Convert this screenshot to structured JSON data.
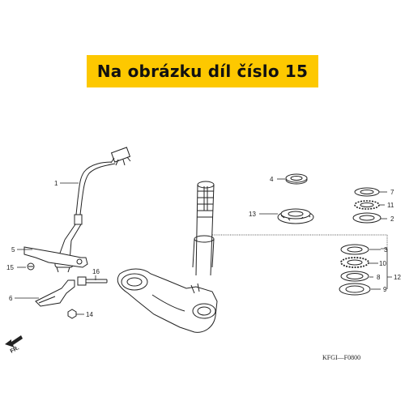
{
  "banner": {
    "title": "Na obrázku díl číslo 15",
    "color": "#fdc800"
  },
  "labels": {
    "n1": "1",
    "n2": "2",
    "n3": "3",
    "n4": "4",
    "n5": "5",
    "n6": "6",
    "n7": "7",
    "n8": "8",
    "n9": "9",
    "n10": "10",
    "n11": "11",
    "n12": "12",
    "n13": "13",
    "n14": "14",
    "n15": "15",
    "n16": "16"
  },
  "direction": "FR.",
  "drawing_code": "KFGI—F0800"
}
